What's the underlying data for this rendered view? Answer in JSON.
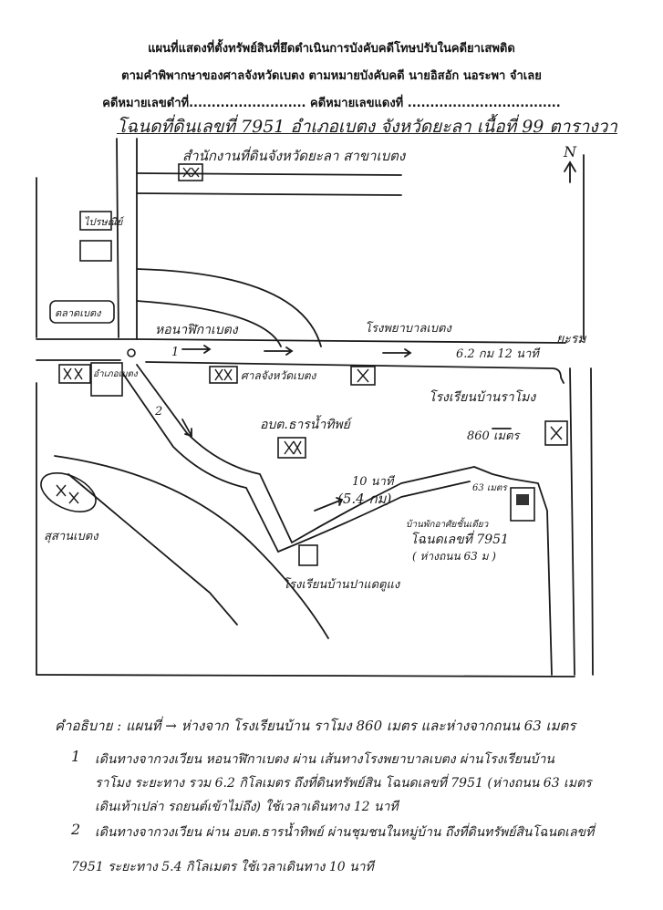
{
  "header": {
    "line1": "แผนที่แสดงที่ตั้งทรัพย์สินที่ยึดดำเนินการบังคับคดีโทษปรับในคดียาเสพติด",
    "line2": "ตามคำพิพากษาของศาลจังหวัดเบตง ตามหมายบังคับคดี นายอิสอัก นอระพา จำเลย",
    "line3": "คดีหมายเลขดำที่.......................... คดีหมายเลขแดงที่ .................................."
  },
  "map_title": "โฉนดที่ดินเลขที่ 7951 อำเภอเบตง จังหวัดยะลา เนื้อที่ 99 ตารางวา",
  "north": "N",
  "labels": {
    "land_office": "สำนักงานที่ดินจังหวัดยะลา สาขาเบตง",
    "market": "ตลาดเบตง",
    "post": "ไปรษณีย์",
    "clock_tower": "หอนาฬิกาเบตง",
    "betong_hospital": "โรงพยาบาลเบตง",
    "yaha": "ยะรม",
    "distance_road": "6.2 กม 12 นาที",
    "court": "ศาลจังหวัดเบตง",
    "district": "อำเภอเบตง",
    "school_1": "โรงเรียนบ้านราโมง",
    "distance_school": "860 เมตร",
    "sao": "อบต.ธารน้ำทิพย์",
    "time_route2": "10 นาที",
    "dist_route2": "(5.4 กม)",
    "dist_road": "63 เมตร",
    "house": "บ้านพักอาศัยชั้นเดียว",
    "deed": "โฉนดเลขที่ 7951",
    "deed_note": "( ห่างถนน 63 ม )",
    "cemetery": "สุสานเบตง",
    "school_2": "โรงเรียนบ้านปาแดตูแง",
    "route1": "1",
    "route2": "2"
  },
  "notes": {
    "desc": "คำอธิบาย : แผนที่ → ห่างจาก โรงเรียนบ้าน ราโมง 860 เมตร และห่างจากถนน 63 เมตร",
    "n1_num": "1",
    "n1_a": "เดินทางจากวงเวียน หอนาฬิกาเบตง ผ่าน เส้นทางโรงพยาบาลเบตง ผ่านโรงเรียนบ้าน",
    "n1_b": "ราโมง ระยะทาง รวม 6.2 กิโลเมตร ถึงที่ดินทรัพย์สิน โฉนดเลขที่ 7951 (ห่างถนน 63 เมตร",
    "n1_c": "เดินเท้าเปล่า รถยนต์เข้าไม่ถึง) ใช้เวลาเดินทาง 12 นาที",
    "n2_num": "2",
    "n2_a": "เดินทางจากวงเวียน ผ่าน อบต.ธารน้ำทิพย์ ผ่านชุมชนในหมู่บ้าน ถึงที่ดินทรัพย์สินโฉนดเลขที่",
    "n2_b": "7951 ระยะทาง 5.4 กิโลเมตร ใช้เวลาเดินทาง 10 นาที"
  }
}
